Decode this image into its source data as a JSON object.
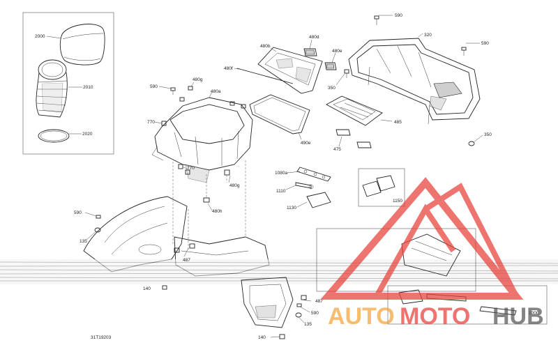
{
  "diagram_code": "31T19203",
  "callouts": {
    "c590_top": "590",
    "c320": "320",
    "c590_right": "590",
    "c480d": "480d",
    "c480b": "480b",
    "c480e": "480e",
    "c480f": "480f",
    "c350_mid": "350",
    "c2000": "2000",
    "c2010": "2010",
    "c2020": "2020",
    "c590_left": "590",
    "c480g": "480g",
    "c480a": "480a",
    "c770_top": "770",
    "c490e": "490e",
    "c485": "485",
    "c475": "475",
    "c350_right": "350",
    "c770_mid": "770",
    "c480g_low": "480g",
    "c480h": "480h",
    "c1080a": "1080a",
    "c1110": "1110",
    "c1130": "1130",
    "c1150": "1150",
    "c590_lower": "590",
    "c135_left": "135",
    "c487_mid": "487",
    "c140_mid": "140",
    "c487_low": "487",
    "c590_bottom": "590",
    "c135_bottom": "135",
    "c140_bottom": "140",
    "c1000": "1000"
  },
  "watermark": {
    "brand_part1": "AUTO",
    "brand_part2": "MOTO",
    "brand_part3": "HUB",
    "color_red": "#e8403a",
    "color_orange": "#f3a43a",
    "color_gray": "#555555"
  }
}
